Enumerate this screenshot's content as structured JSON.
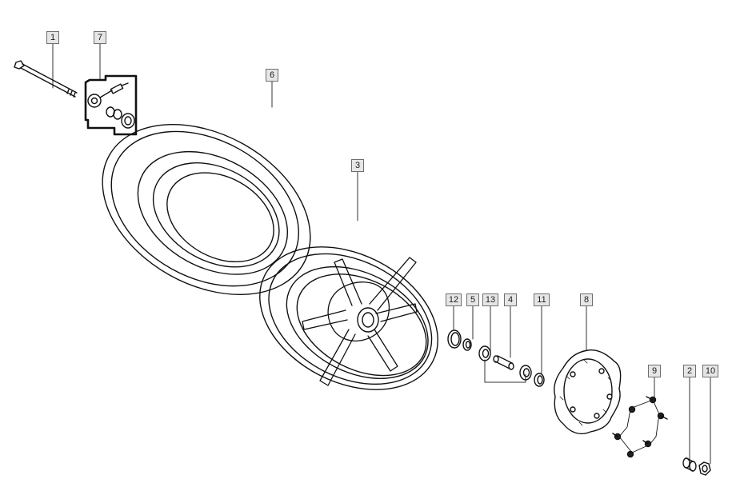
{
  "diagram": {
    "callouts": [
      {
        "id": "1",
        "label": "1"
      },
      {
        "id": "7",
        "label": "7"
      },
      {
        "id": "6",
        "label": "6"
      },
      {
        "id": "3",
        "label": "3"
      },
      {
        "id": "12",
        "label": "12"
      },
      {
        "id": "5",
        "label": "5"
      },
      {
        "id": "13",
        "label": "13"
      },
      {
        "id": "4",
        "label": "4"
      },
      {
        "id": "11",
        "label": "11"
      },
      {
        "id": "8",
        "label": "8"
      },
      {
        "id": "9",
        "label": "9"
      },
      {
        "id": "2",
        "label": "2"
      },
      {
        "id": "10",
        "label": "10"
      }
    ]
  }
}
